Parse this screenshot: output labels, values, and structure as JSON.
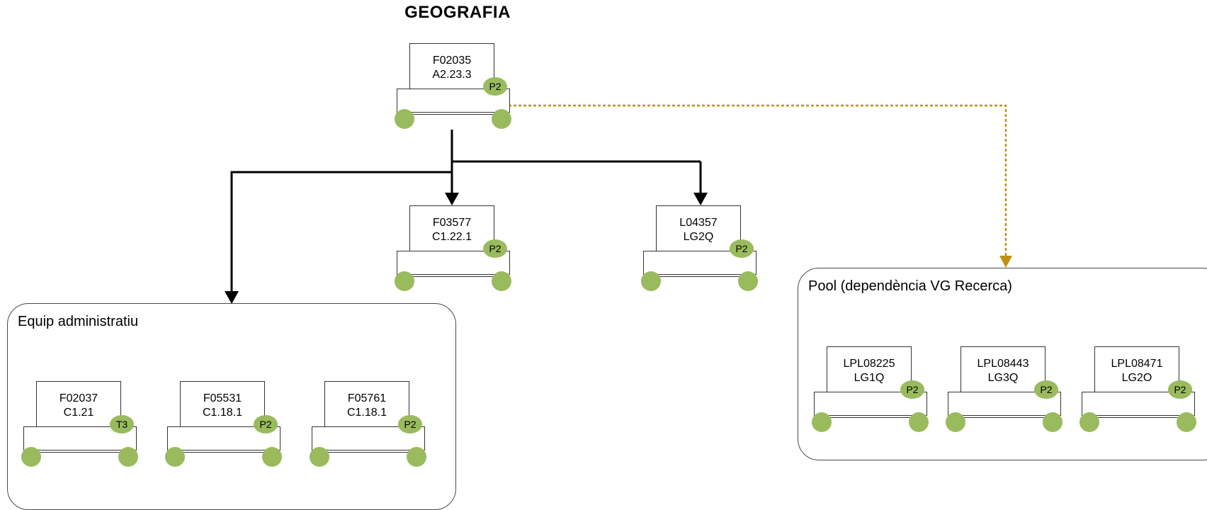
{
  "title": "GEOGRAFIA",
  "colors": {
    "badge_green": "#99bb5d",
    "dependency_arrow": "#c09010",
    "connector": "#000000"
  },
  "groups": {
    "equip": {
      "label": "Equip administratiu"
    },
    "pool": {
      "label": "Pool (dependència VG Recerca)"
    }
  },
  "printers": {
    "root": {
      "id": "F02035",
      "code": "A2.23.3",
      "badge": "P2"
    },
    "mid1": {
      "id": "F03577",
      "code": "C1.22.1",
      "badge": "P2"
    },
    "mid2": {
      "id": "L04357",
      "code": "LG2Q",
      "badge": "P2"
    },
    "equip1": {
      "id": "F02037",
      "code": "C1.21",
      "badge": "T3"
    },
    "equip2": {
      "id": "F05531",
      "code": "C1.18.1",
      "badge": "P2"
    },
    "equip3": {
      "id": "F05761",
      "code": "C1.18.1",
      "badge": "P2"
    },
    "pool1": {
      "id": "LPL08225",
      "code": "LG1Q",
      "badge": "P2"
    },
    "pool2": {
      "id": "LPL08443",
      "code": "LG3Q",
      "badge": "P2"
    },
    "pool3": {
      "id": "LPL08471",
      "code": "LG2O",
      "badge": "P2"
    }
  }
}
